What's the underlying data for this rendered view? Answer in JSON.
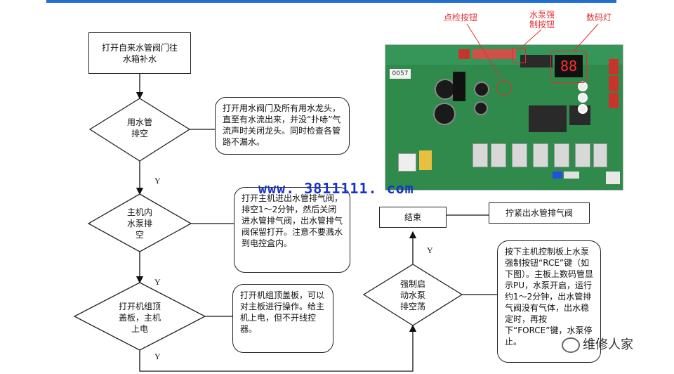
{
  "flow": {
    "start": "打开自来水管阀门往\n水箱补水",
    "d1": "用水管\n排空",
    "n1": "打开用水阀门及所有用水龙头，直至有水流出来，并没“扑哧”气流声时关闭龙头。同时检查各管路不漏水。",
    "y1": "Y",
    "d2": "主机内\n水泵排\n空",
    "n2": "打开主机进出水管排气阀，排空1～2分钟，然后关闭进水管排气阀，出水管排气阀保留打开。注意不要溅水到电控盒内。",
    "y2": "Y",
    "d3": "打开机组顶\n盖板，主机\n上电",
    "n3": "打开机组顶盖板，可以对主板进行操作。给主机上电，但不开线控器。",
    "y3": "Y",
    "d4": "强制启\n动水泵\n排空荡",
    "n4": "按下主机控制板上水泵强制按钮“RCE”键（如下图）。主板上数码管显示PU，水泵开启，运行约1～2分钟，出水管排气阀没有气体，出水稳定时，再按下“FORCE”键，水泵停止。",
    "y4": "Y",
    "end": "结束",
    "end_note": "拧紧出水管排气阀"
  },
  "photo": {
    "label_button": "点检按钮",
    "label_pump": "水泵强\n制按钮",
    "label_digit": "数码灯",
    "digit_display": "88",
    "sticker": "0057"
  },
  "watermark": "www. 3811111. com",
  "brand": "维修人家"
}
